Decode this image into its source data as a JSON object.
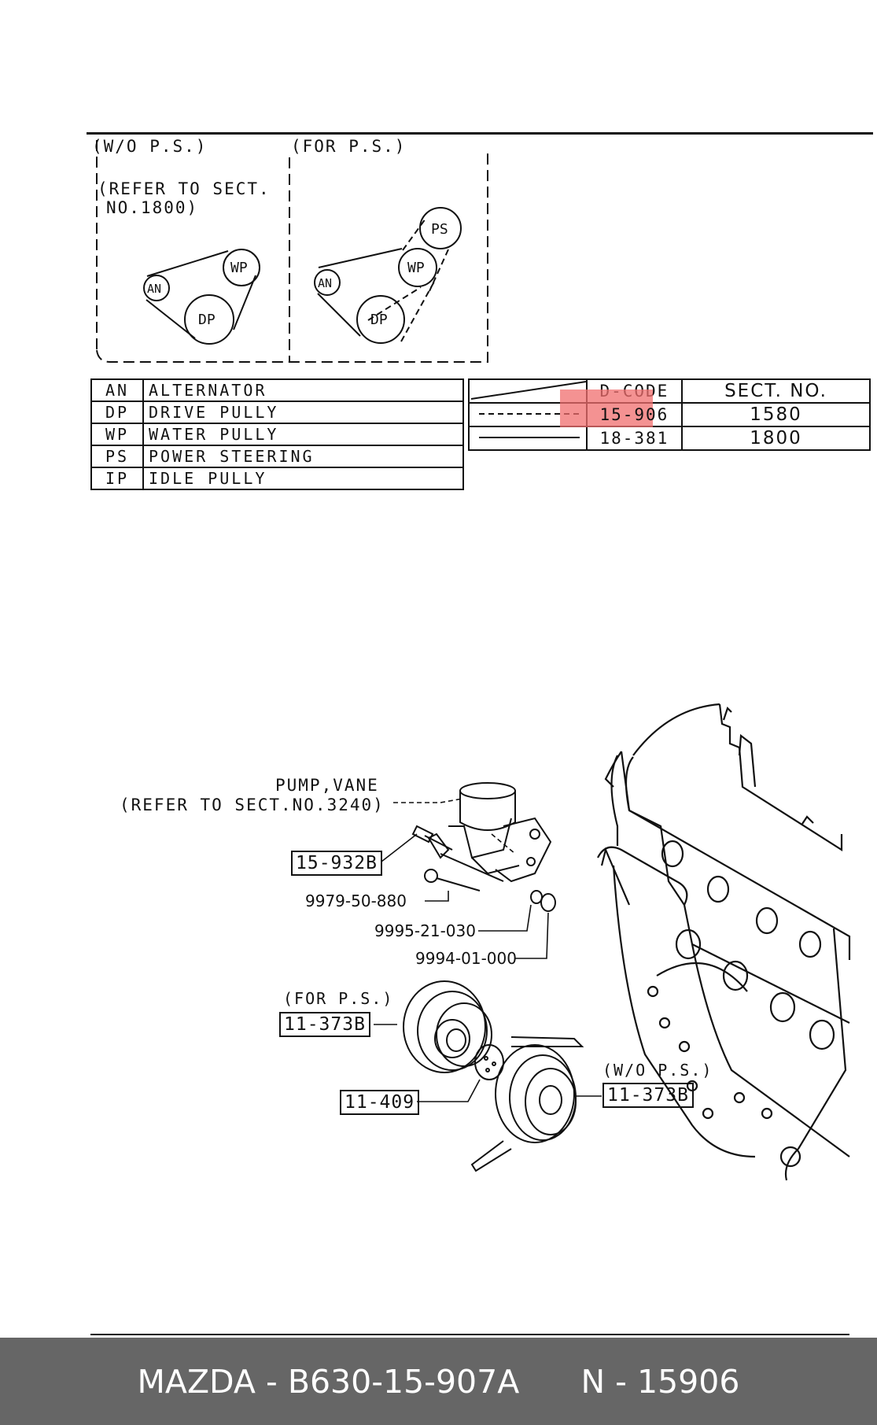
{
  "diagram_top": {
    "wo_ps_title": "(W/O P.S.)",
    "for_ps_title": "(FOR P.S.)",
    "refer_line1": "(REFER TO SECT.",
    "refer_line2": "NO.1800)"
  },
  "pulleys": {
    "an": "AN",
    "wp": "WP",
    "dp": "DP",
    "ps": "PS"
  },
  "legend": [
    {
      "code": "AN",
      "name": "ALTERNATOR"
    },
    {
      "code": "DP",
      "name": "DRIVE PULLY"
    },
    {
      "code": "WP",
      "name": "WATER PULLY"
    },
    {
      "code": "PS",
      "name": "POWER STEERING"
    },
    {
      "code": "IP",
      "name": "IDLE PULLY"
    }
  ],
  "line_codes": {
    "header_dcode": "D-CODE",
    "header_sect": "SECT. NO.",
    "rows": [
      {
        "line": "dashed",
        "dcode": "15-906",
        "sect": "1580"
      },
      {
        "line": "solid",
        "dcode": "18-381",
        "sect": "1800"
      }
    ],
    "highlight_color": "#f08080"
  },
  "exploded": {
    "pump_line1": "PUMP,VANE",
    "pump_line2": "(REFER TO SECT.NO.3240)",
    "part_15_932b": "15-932B",
    "part_9979": "9979-50-880",
    "part_9995": "9995-21-030",
    "part_9994": "9994-01-000",
    "for_ps": "(FOR P.S.)",
    "part_11_373b_a": "11-373B",
    "part_11_409": "11-409",
    "wo_ps": "(W/O P.S.)",
    "part_11_373b_b": "11-373B"
  },
  "footer": {
    "left": "MAZDA - B630-15-907A",
    "right": "N - 15906",
    "background": "#666666"
  }
}
